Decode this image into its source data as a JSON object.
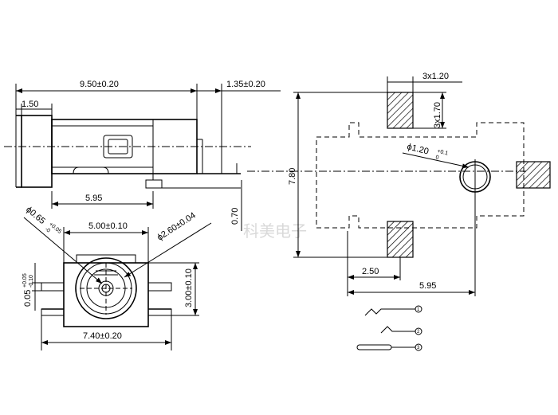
{
  "views": {
    "side": {
      "overall_length": "9.50±0.20",
      "tab_offset": "1.35±0.20",
      "front_length": "1.50",
      "body_to_pin": "5.95",
      "height": "0.70"
    },
    "front": {
      "hole_diameter": "ϕ0.65",
      "hole_tol_upper": "+0.05",
      "hole_tol_lower": "-0",
      "width_top": "5.00±0.10",
      "pin_diameter": "ϕ2.60±0.04",
      "left_height": "0.05",
      "left_tol_upper": "+0.05",
      "left_tol_lower": "-0.10",
      "right_height": "3.00±0.10",
      "bottom_width": "7.40±0.20"
    },
    "footprint": {
      "pad_size_w": "3x1.20",
      "pad_size_h": "3x1.70",
      "total_height": "7.80",
      "hole_diameter": "ϕ1.20",
      "hole_tol_upper": "+0.1",
      "hole_tol_lower": "0",
      "pad_offset": "2.50",
      "pin_offset": "5.95"
    }
  },
  "pin_labels": [
    "1",
    "2",
    "3"
  ],
  "watermark": "科美电子"
}
